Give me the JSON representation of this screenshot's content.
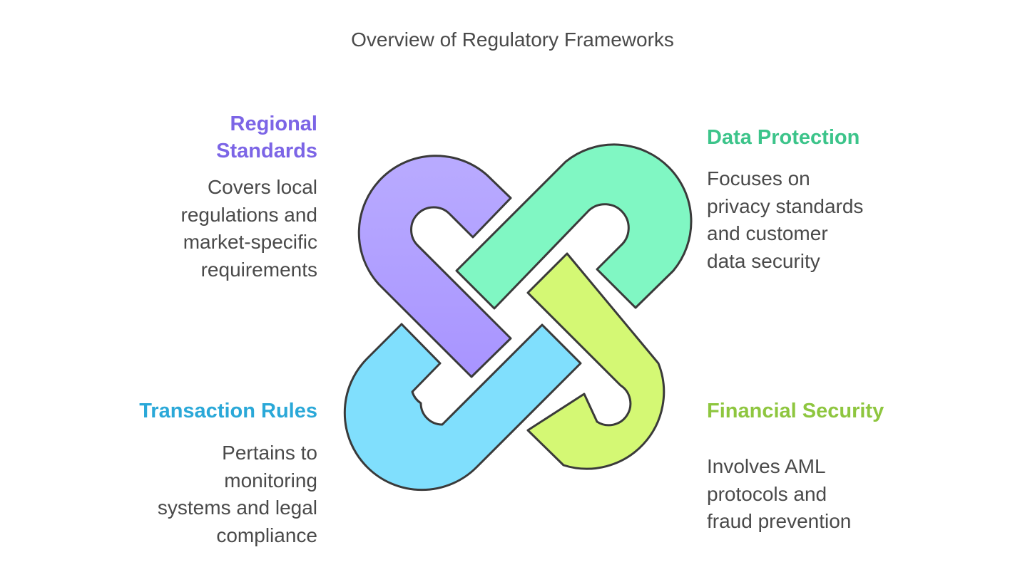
{
  "title": "Overview of Regulatory Frameworks",
  "sections": {
    "regional": {
      "heading": [
        "Regional",
        "Standards"
      ],
      "description": [
        "Covers local",
        "regulations and",
        "market-specific",
        "requirements"
      ],
      "color": "#7c65e6",
      "fill": "#b8a9ff"
    },
    "data_protection": {
      "heading": [
        "Data Protection"
      ],
      "description": [
        "Focuses on",
        "privacy standards",
        "and customer",
        "data security"
      ],
      "color": "#3cc48a",
      "fill": "#80f7c3"
    },
    "transaction": {
      "heading": [
        "Transaction Rules"
      ],
      "description": [
        "Pertains to",
        "monitoring",
        "systems and legal",
        "compliance"
      ],
      "color": "#2aa8d8",
      "fill": "#80dffd"
    },
    "financial": {
      "heading": [
        "Financial Security"
      ],
      "description": [
        "Involves AML",
        "protocols and",
        "fraud prevention"
      ],
      "color": "#8ec63f",
      "fill": "#d4f874"
    }
  }
}
